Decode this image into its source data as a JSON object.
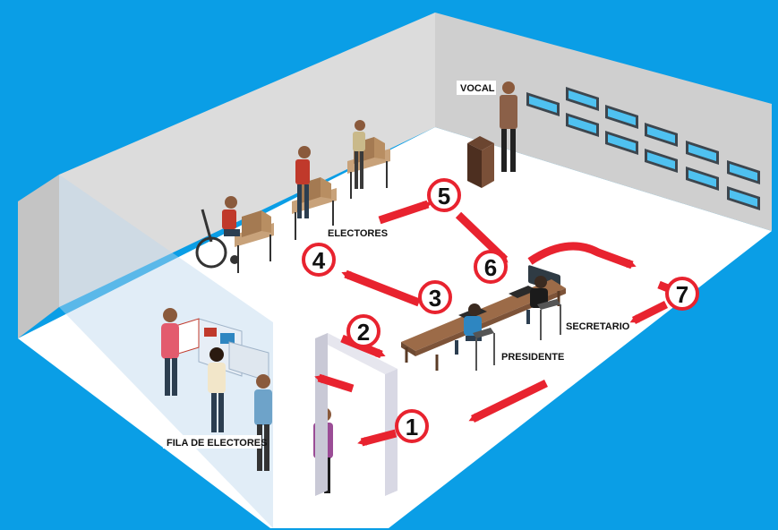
{
  "labels": {
    "vocal": "VOCAL",
    "electores": "ELECTORES",
    "secretario": "SECRETARIO",
    "presidente": "PRESIDENTE",
    "fila": "FILA DE ELECTORES"
  },
  "steps": [
    "1",
    "2",
    "3",
    "4",
    "5",
    "6",
    "7"
  ],
  "colors": {
    "background": "#0a9ee6",
    "arrow": "#e8232f",
    "wall": "#d8d8d8",
    "floor": "#ffffff",
    "table": "#8a5a3c"
  }
}
